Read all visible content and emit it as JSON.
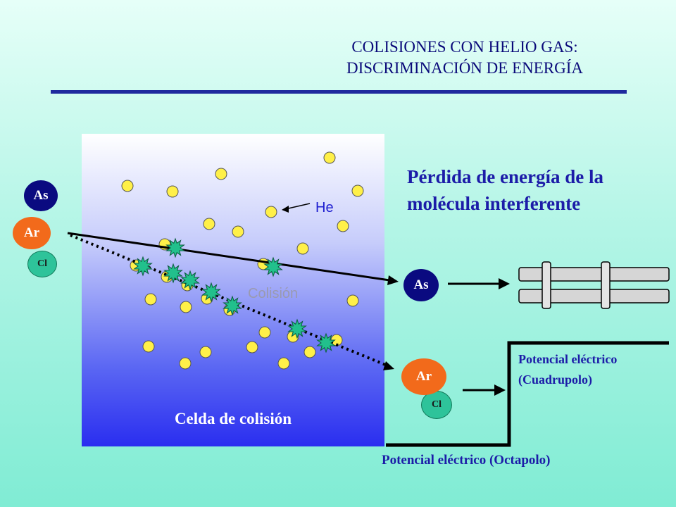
{
  "title": {
    "line1": "COLISIONES CON HELIO GAS:",
    "line2": "DISCRIMINACIÓN DE ENERGÍA"
  },
  "energy_loss": {
    "line1": "Pérdida de energía de la",
    "line2": "molécula interferente"
  },
  "labels": {
    "he": "He",
    "collision": "Colisión",
    "cell": "Celda de colisión",
    "potential_quadrupole_line1": "Potencial eléctrico",
    "potential_quadrupole_line2": "(Cuadrupolo)",
    "potential_octapole": "Potencial eléctrico (Octapolo)"
  },
  "ions": {
    "as": "As",
    "ar": "Ar",
    "cl": "Cl"
  },
  "colors": {
    "helium": "#fff048",
    "collision_burst": "#22c08c",
    "accent": "#1c1ca8"
  }
}
